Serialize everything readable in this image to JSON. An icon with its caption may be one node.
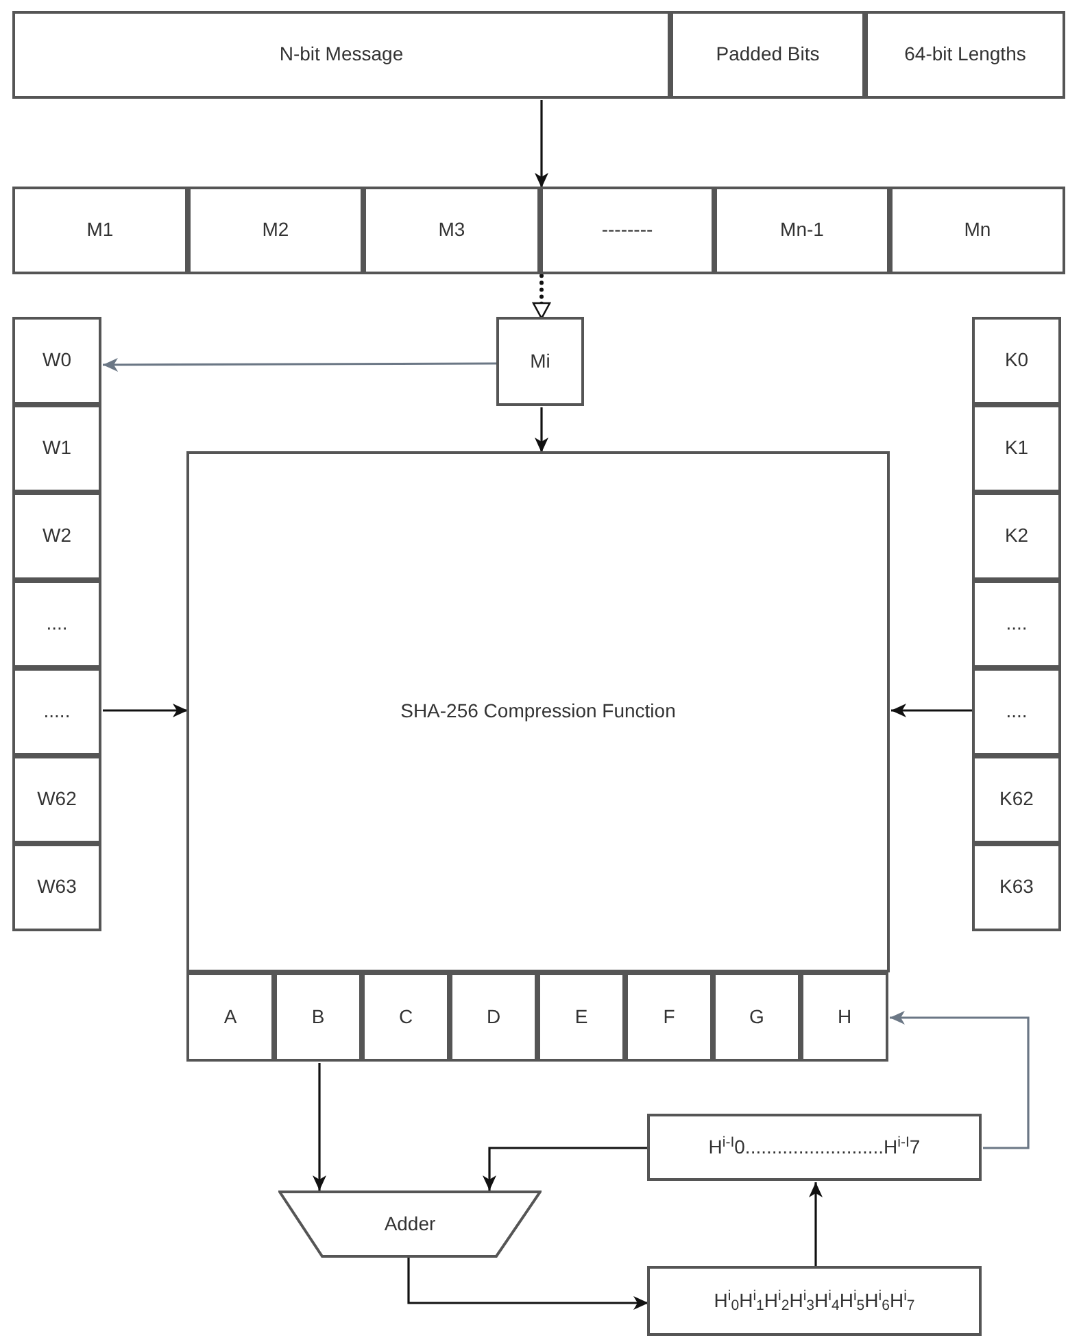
{
  "diagram": {
    "nodes": [
      {
        "text": [
          "N-bit Message"
        ]
      },
      {
        "text": [
          "Padded Bits"
        ]
      },
      {
        "text": [
          "64-bit Lengths"
        ]
      },
      {
        "text": [
          "M1"
        ]
      },
      {
        "text": [
          "M2"
        ]
      },
      {
        "text": [
          "M3"
        ]
      },
      {
        "text": [
          "--------"
        ]
      },
      {
        "text": [
          "Mn-1"
        ]
      },
      {
        "text": [
          "Mn"
        ]
      },
      {
        "text": [
          "Mi"
        ]
      },
      {
        "text": [
          "W0"
        ]
      },
      {
        "text": [
          "W1"
        ]
      },
      {
        "text": [
          "W2"
        ]
      },
      {
        "text": [
          "...."
        ]
      },
      {
        "text": [
          "....."
        ]
      },
      {
        "text": [
          "W62"
        ]
      },
      {
        "text": [
          "W63"
        ]
      },
      {
        "text": [
          "SHA-256 Compression Function"
        ]
      },
      {
        "text": [
          "K0"
        ]
      },
      {
        "text": [
          "K1"
        ]
      },
      {
        "text": [
          "K2"
        ]
      },
      {
        "text": [
          "...."
        ]
      },
      {
        "text": [
          "...."
        ]
      },
      {
        "text": [
          "K62"
        ]
      },
      {
        "text": [
          "K63"
        ]
      },
      {
        "text": [
          "A"
        ]
      },
      {
        "text": [
          "B"
        ]
      },
      {
        "text": [
          "C"
        ]
      },
      {
        "text": [
          "D"
        ]
      },
      {
        "text": [
          "E"
        ]
      },
      {
        "text": [
          "F"
        ]
      },
      {
        "text": [
          "G"
        ]
      },
      {
        "text": [
          "H"
        ]
      },
      {
        "text": [
          "H$^{i-I}$0..........................H$^{i-I}$7"
        ]
      },
      {
        "text": [
          "Adder"
        ]
      },
      {
        "text": [
          "H$^{i}$$_{0}$H$^{i}$$_{1}$H$^{i}$$_{2}$H$^{i}$$_{3}$H$^{i}$$_{4}$H$^{i}$$_{5}$H$^{i}$$_{6}$H$^{i}$$_{7}$"
        ]
      }
    ],
    "edges": [
      {
        "from": 0,
        "to": 5,
        "arrow": "to"
      },
      {
        "from": 5,
        "to": 9,
        "arrow": "to",
        "style": "dashed"
      },
      {
        "from": 9,
        "to": 10,
        "arrow": "to",
        "color": "#6b7785"
      },
      {
        "from": 9,
        "to": 17,
        "arrow": "to"
      },
      {
        "from": 14,
        "to": 17,
        "arrow": "to"
      },
      {
        "from": 22,
        "to": 17,
        "arrow": "to"
      },
      {
        "from": 26,
        "to": 34,
        "arrow": "to"
      },
      {
        "from": 33,
        "to": 34,
        "arrow": "to"
      },
      {
        "from": 34,
        "to": 35,
        "arrow": "to"
      },
      {
        "from": 35,
        "to": 33,
        "arrow": "to"
      },
      {
        "from": 33,
        "to": 32,
        "arrow": "to",
        "color": "#6b7785"
      }
    ]
  }
}
